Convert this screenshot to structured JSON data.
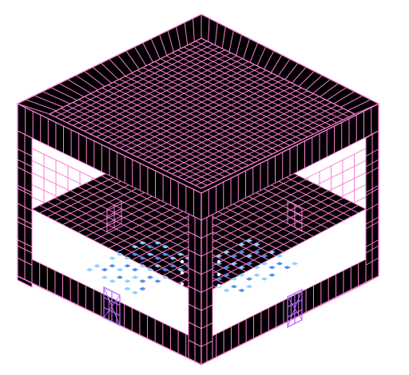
{
  "scene": {
    "type": "isometric voxel room",
    "colors": {
      "background": "#ffffff",
      "grid_line": "#ff7fd6",
      "wall_fill": "#000000",
      "roof_fill": "#000000",
      "floor_fill": "#000000",
      "window_fill": "#ffffff",
      "floor_marks": "#4f8ff0",
      "floor_marks_light": "#8fd0ff",
      "door_frame": "#b070ff",
      "dot_marker": "#ffffff"
    },
    "icons": [
      "door-frame-left",
      "door-frame-right",
      "floor-dot-markers"
    ]
  }
}
